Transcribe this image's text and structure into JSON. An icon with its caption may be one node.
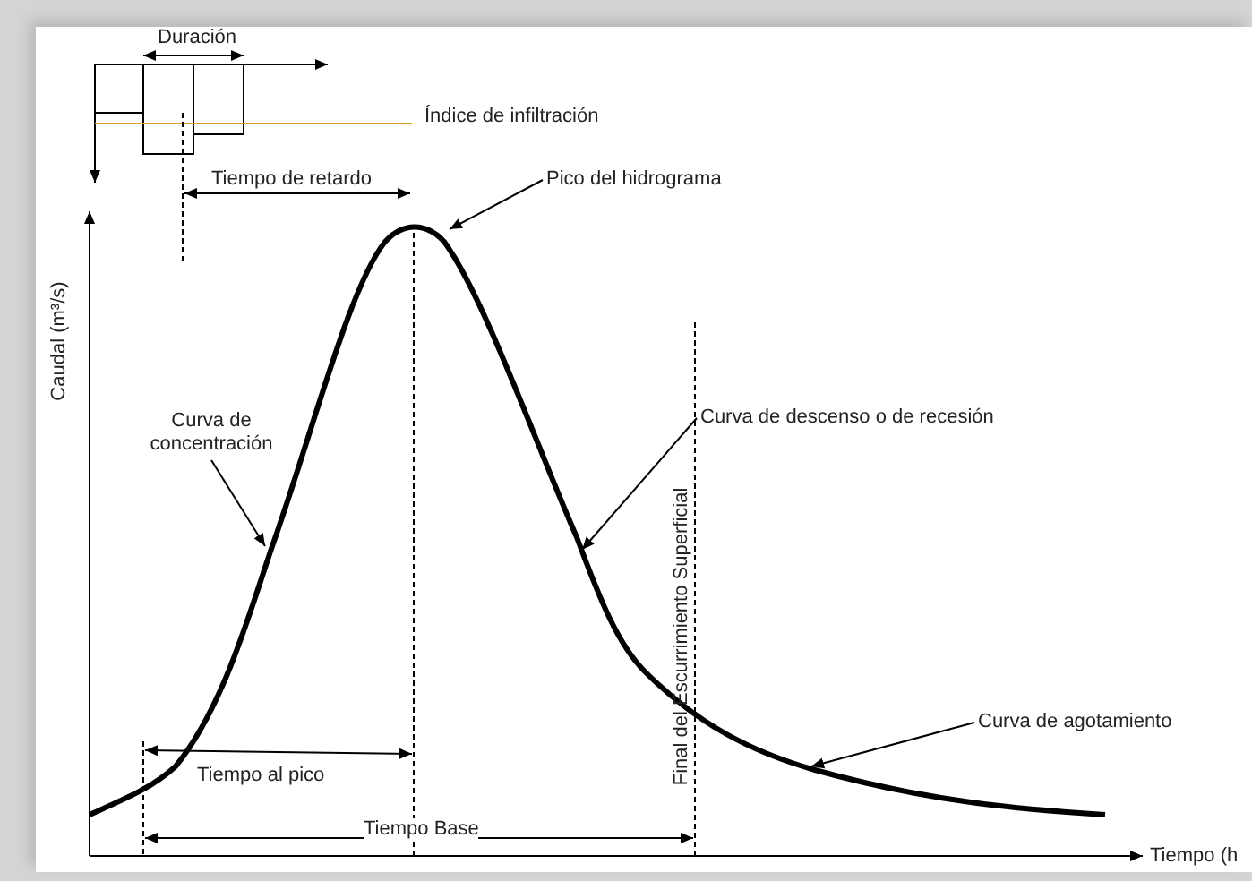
{
  "diagram": {
    "nodes": [
      {
        "text": [
          "Pico del hidrograma"
        ]
      },
      {
        "text": [
          "Curva de concentración"
        ]
      },
      {
        "text": [
          "Curva de descenso o de recesión"
        ]
      },
      {
        "text": [
          "Curva de agotamiento"
        ]
      }
    ],
    "edges": [
      {
        "from": 0,
        "to": null,
        "arrow": "to"
      },
      {
        "from": 1,
        "to": null,
        "arrow": "to"
      },
      {
        "from": 2,
        "to": null,
        "arrow": "to"
      },
      {
        "from": 3,
        "to": null,
        "arrow": "to"
      }
    ],
    "labels": [
      "Duración",
      "Índice de infiltración",
      "Tiempo de retardo",
      "Caudal (m³/s)",
      "Final del Escurrimiento Superficial",
      "Tiempo al pico",
      "Tiempo Base",
      "Tiempo (h"
    ]
  }
}
